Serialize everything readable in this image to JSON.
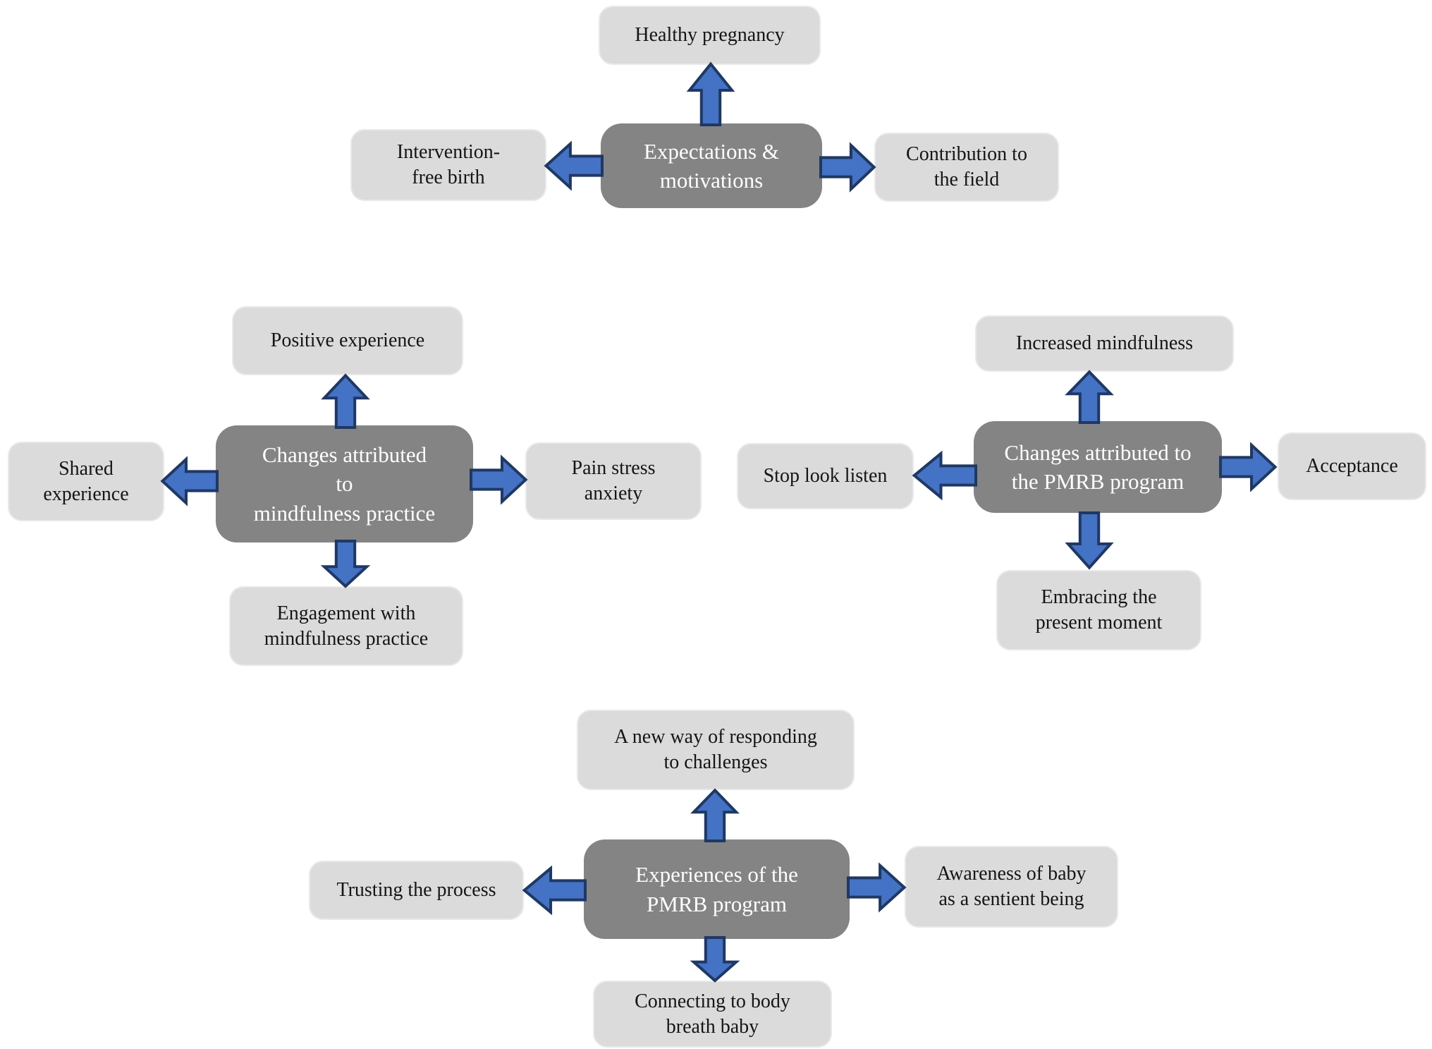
{
  "diagram_type": "thematic-map",
  "colors": {
    "center_box_fill": "#848484",
    "center_box_text": "#ffffff",
    "satellite_box_fill": "#dbdbdb",
    "satellite_box_border": "#e9e9e9",
    "satellite_box_text": "#151515",
    "arrow_fill": "#4472c4",
    "arrow_outline": "#1f3864",
    "background": "#ffffff"
  },
  "clusters": [
    {
      "name": "expectations-motivations",
      "center": {
        "label": "Expectations &\nmotivations"
      },
      "top": {
        "label": "Healthy pregnancy"
      },
      "left": {
        "label": "Intervention-\nfree birth"
      },
      "right": {
        "label": "Contribution to\nthe field"
      }
    },
    {
      "name": "changes-attributed-to-mindfulness-practice",
      "center": {
        "label": "Changes attributed\nto\nmindfulness practice"
      },
      "top": {
        "label": "Positive experience"
      },
      "left": {
        "label": "Shared\nexperience"
      },
      "right": {
        "label": "Pain stress\nanxiety"
      },
      "bottom": {
        "label": "Engagement with\nmindfulness practice"
      }
    },
    {
      "name": "changes-attributed-to-the-pmrb-program",
      "center": {
        "label": "Changes attributed to\nthe PMRB program"
      },
      "top": {
        "label": "Increased mindfulness"
      },
      "left": {
        "label": "Stop look listen"
      },
      "right": {
        "label": "Acceptance"
      },
      "bottom": {
        "label": "Embracing the\npresent moment"
      }
    },
    {
      "name": "experiences-of-the-pmrb-program",
      "center": {
        "label": "Experiences of the\nPMRB program"
      },
      "top": {
        "label": "A new way of responding\nto challenges"
      },
      "left": {
        "label": "Trusting the process"
      },
      "right": {
        "label": "Awareness of baby\nas a sentient being"
      },
      "bottom": {
        "label": "Connecting to body\nbreath baby"
      }
    }
  ]
}
